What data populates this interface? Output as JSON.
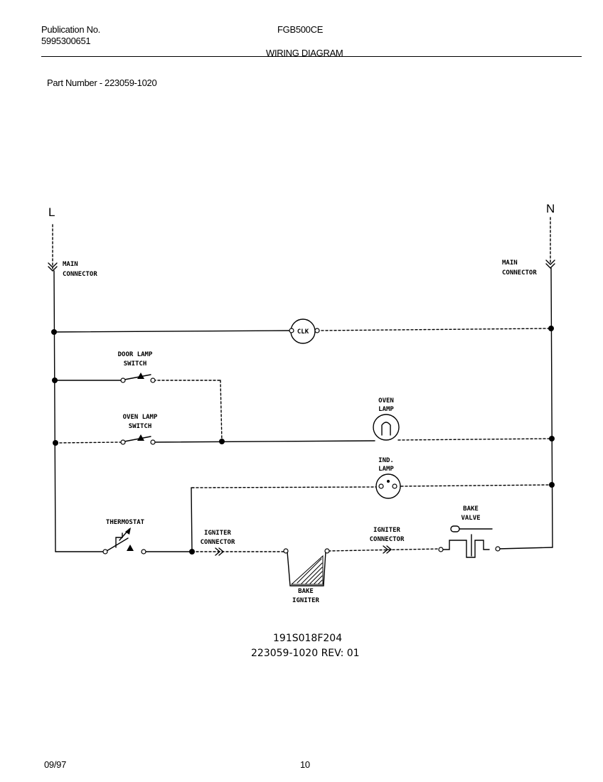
{
  "header": {
    "publication_label": "Publication No.",
    "publication_number": "5995300651",
    "model": "FGB500CE",
    "section_title": "WIRING DIAGRAM",
    "part_number": "Part Number - 223059-1020"
  },
  "diagram": {
    "line_label": "L",
    "neutral_label": "N",
    "main_connector_left": [
      "MAIN",
      "CONNECTOR"
    ],
    "main_connector_right": [
      "MAIN",
      "CONNECTOR"
    ],
    "clock": "CLK",
    "door_lamp_switch": [
      "DOOR LAMP",
      "SWITCH"
    ],
    "oven_lamp_switch": [
      "OVEN LAMP",
      "SWITCH"
    ],
    "oven_lamp": [
      "OVEN",
      "LAMP"
    ],
    "ind_lamp": [
      "IND.",
      "LAMP"
    ],
    "thermostat": "THERMOSTAT",
    "igniter_connector_left": [
      "IGNITER",
      "CONNECTOR"
    ],
    "igniter_connector_right": [
      "IGNITER",
      "CONNECTOR"
    ],
    "bake_valve": [
      "BAKE",
      "VALVE"
    ],
    "bake_igniter": [
      "BAKE",
      "IGNITER"
    ]
  },
  "reference": {
    "drawing_number": "191S018F204",
    "revision": "223059-1020 REV: 01"
  },
  "footer": {
    "date": "09/97",
    "page_number": "10"
  }
}
